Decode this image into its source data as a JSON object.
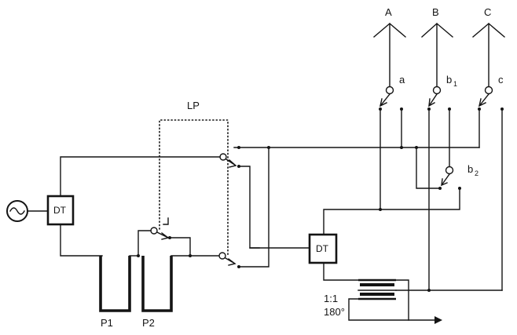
{
  "antennas": [
    {
      "name": "A",
      "switch": "a"
    },
    {
      "name": "B",
      "switch_main": "b",
      "switch_main_sub": "1",
      "switch_second": "b",
      "switch_second_sub": "2"
    },
    {
      "name": "C",
      "switch": "c"
    }
  ],
  "labels": {
    "lp": "LP",
    "dt_left": "DT",
    "dt_right": "DT",
    "p1": "P1",
    "p2": "P2",
    "ratio": "1:1",
    "phase": "180°"
  },
  "colors": {
    "ink": "#141414",
    "background": "#ffffff"
  }
}
